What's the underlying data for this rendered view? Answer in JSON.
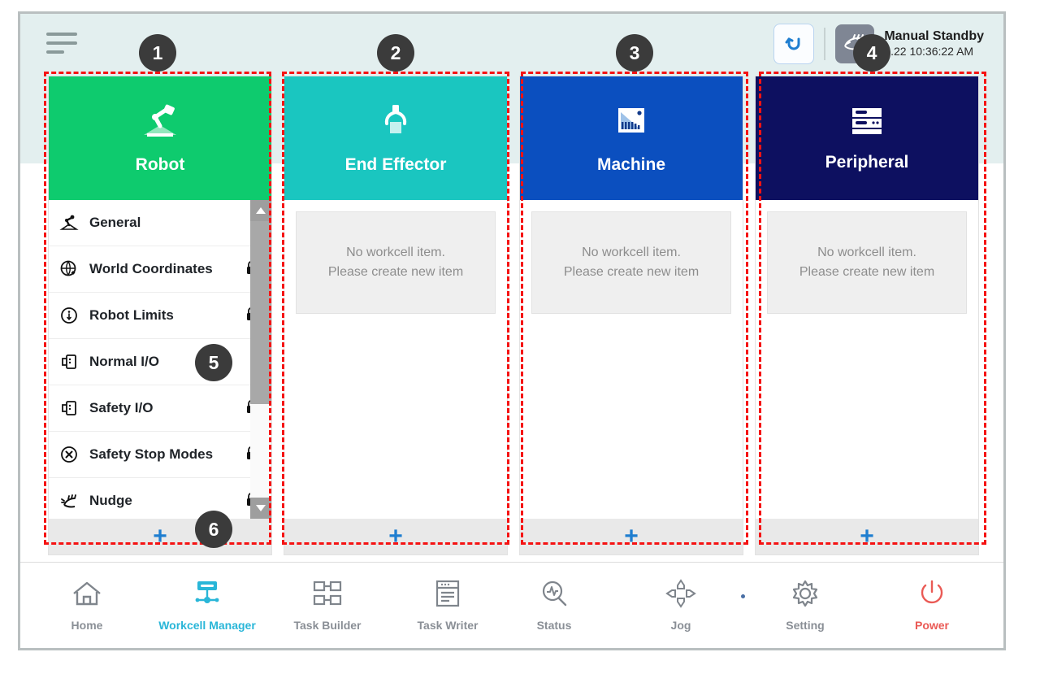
{
  "header": {
    "menu_icon": "hamburger-menu-icon",
    "refresh_icon": "rotate-refresh-icon",
    "mode_icon": "manual-hand-icon",
    "status_mode": "Manual Standby",
    "status_datetime": "2.22 10:36:22 AM"
  },
  "cards": [
    {
      "key": "robot",
      "title": "Robot",
      "icon": "robot-arm-icon",
      "color": "#0ECB6E",
      "add_label": "+",
      "items": [
        {
          "label": "General",
          "icon": "robot-arm-icon",
          "locked": false
        },
        {
          "label": "World Coordinates",
          "icon": "globe-coordinates-icon",
          "locked": true
        },
        {
          "label": "Robot Limits",
          "icon": "limits-circle-icon",
          "locked": true
        },
        {
          "label": "Normal I/O",
          "icon": "io-connector-icon",
          "locked": false
        },
        {
          "label": "Safety I/O",
          "icon": "io-connector-icon",
          "locked": true
        },
        {
          "label": "Safety Stop Modes",
          "icon": "stop-x-icon",
          "locked": true
        },
        {
          "label": "Nudge",
          "icon": "nudge-hand-icon",
          "locked": true
        }
      ]
    },
    {
      "key": "end-effector",
      "title": "End Effector",
      "icon": "gripper-icon",
      "color": "#1AC6C0",
      "add_label": "+",
      "empty_line1": "No workcell item.",
      "empty_line2": "Please create new item"
    },
    {
      "key": "machine",
      "title": "Machine",
      "icon": "machine-icon",
      "color": "#0B4FBF",
      "add_label": "+",
      "empty_line1": "No workcell item.",
      "empty_line2": "Please create new item"
    },
    {
      "key": "peripheral",
      "title": "Peripheral",
      "icon": "peripheral-rack-icon",
      "color": "#0D1060",
      "add_label": "+",
      "empty_line1": "No workcell item.",
      "empty_line2": "Please create new item"
    }
  ],
  "nav": {
    "left": [
      {
        "key": "home",
        "label": "Home",
        "icon": "home-icon",
        "active": false
      },
      {
        "key": "workcell-manager",
        "label": "Workcell Manager",
        "icon": "workcell-node-icon",
        "active": true
      },
      {
        "key": "task-builder",
        "label": "Task Builder",
        "icon": "task-builder-blocks-icon",
        "active": false
      },
      {
        "key": "task-writer",
        "label": "Task Writer",
        "icon": "task-writer-document-icon",
        "active": false
      }
    ],
    "right": [
      {
        "key": "status",
        "label": "Status",
        "icon": "status-magnifier-icon"
      },
      {
        "key": "jog",
        "label": "Jog",
        "icon": "jog-dpad-icon"
      },
      {
        "key": "setting",
        "label": "Setting",
        "icon": "gear-icon"
      },
      {
        "key": "power",
        "label": "Power",
        "icon": "power-icon"
      }
    ]
  },
  "annotations": [
    {
      "number": "1"
    },
    {
      "number": "2"
    },
    {
      "number": "3"
    },
    {
      "number": "4"
    },
    {
      "number": "5"
    },
    {
      "number": "6"
    }
  ]
}
